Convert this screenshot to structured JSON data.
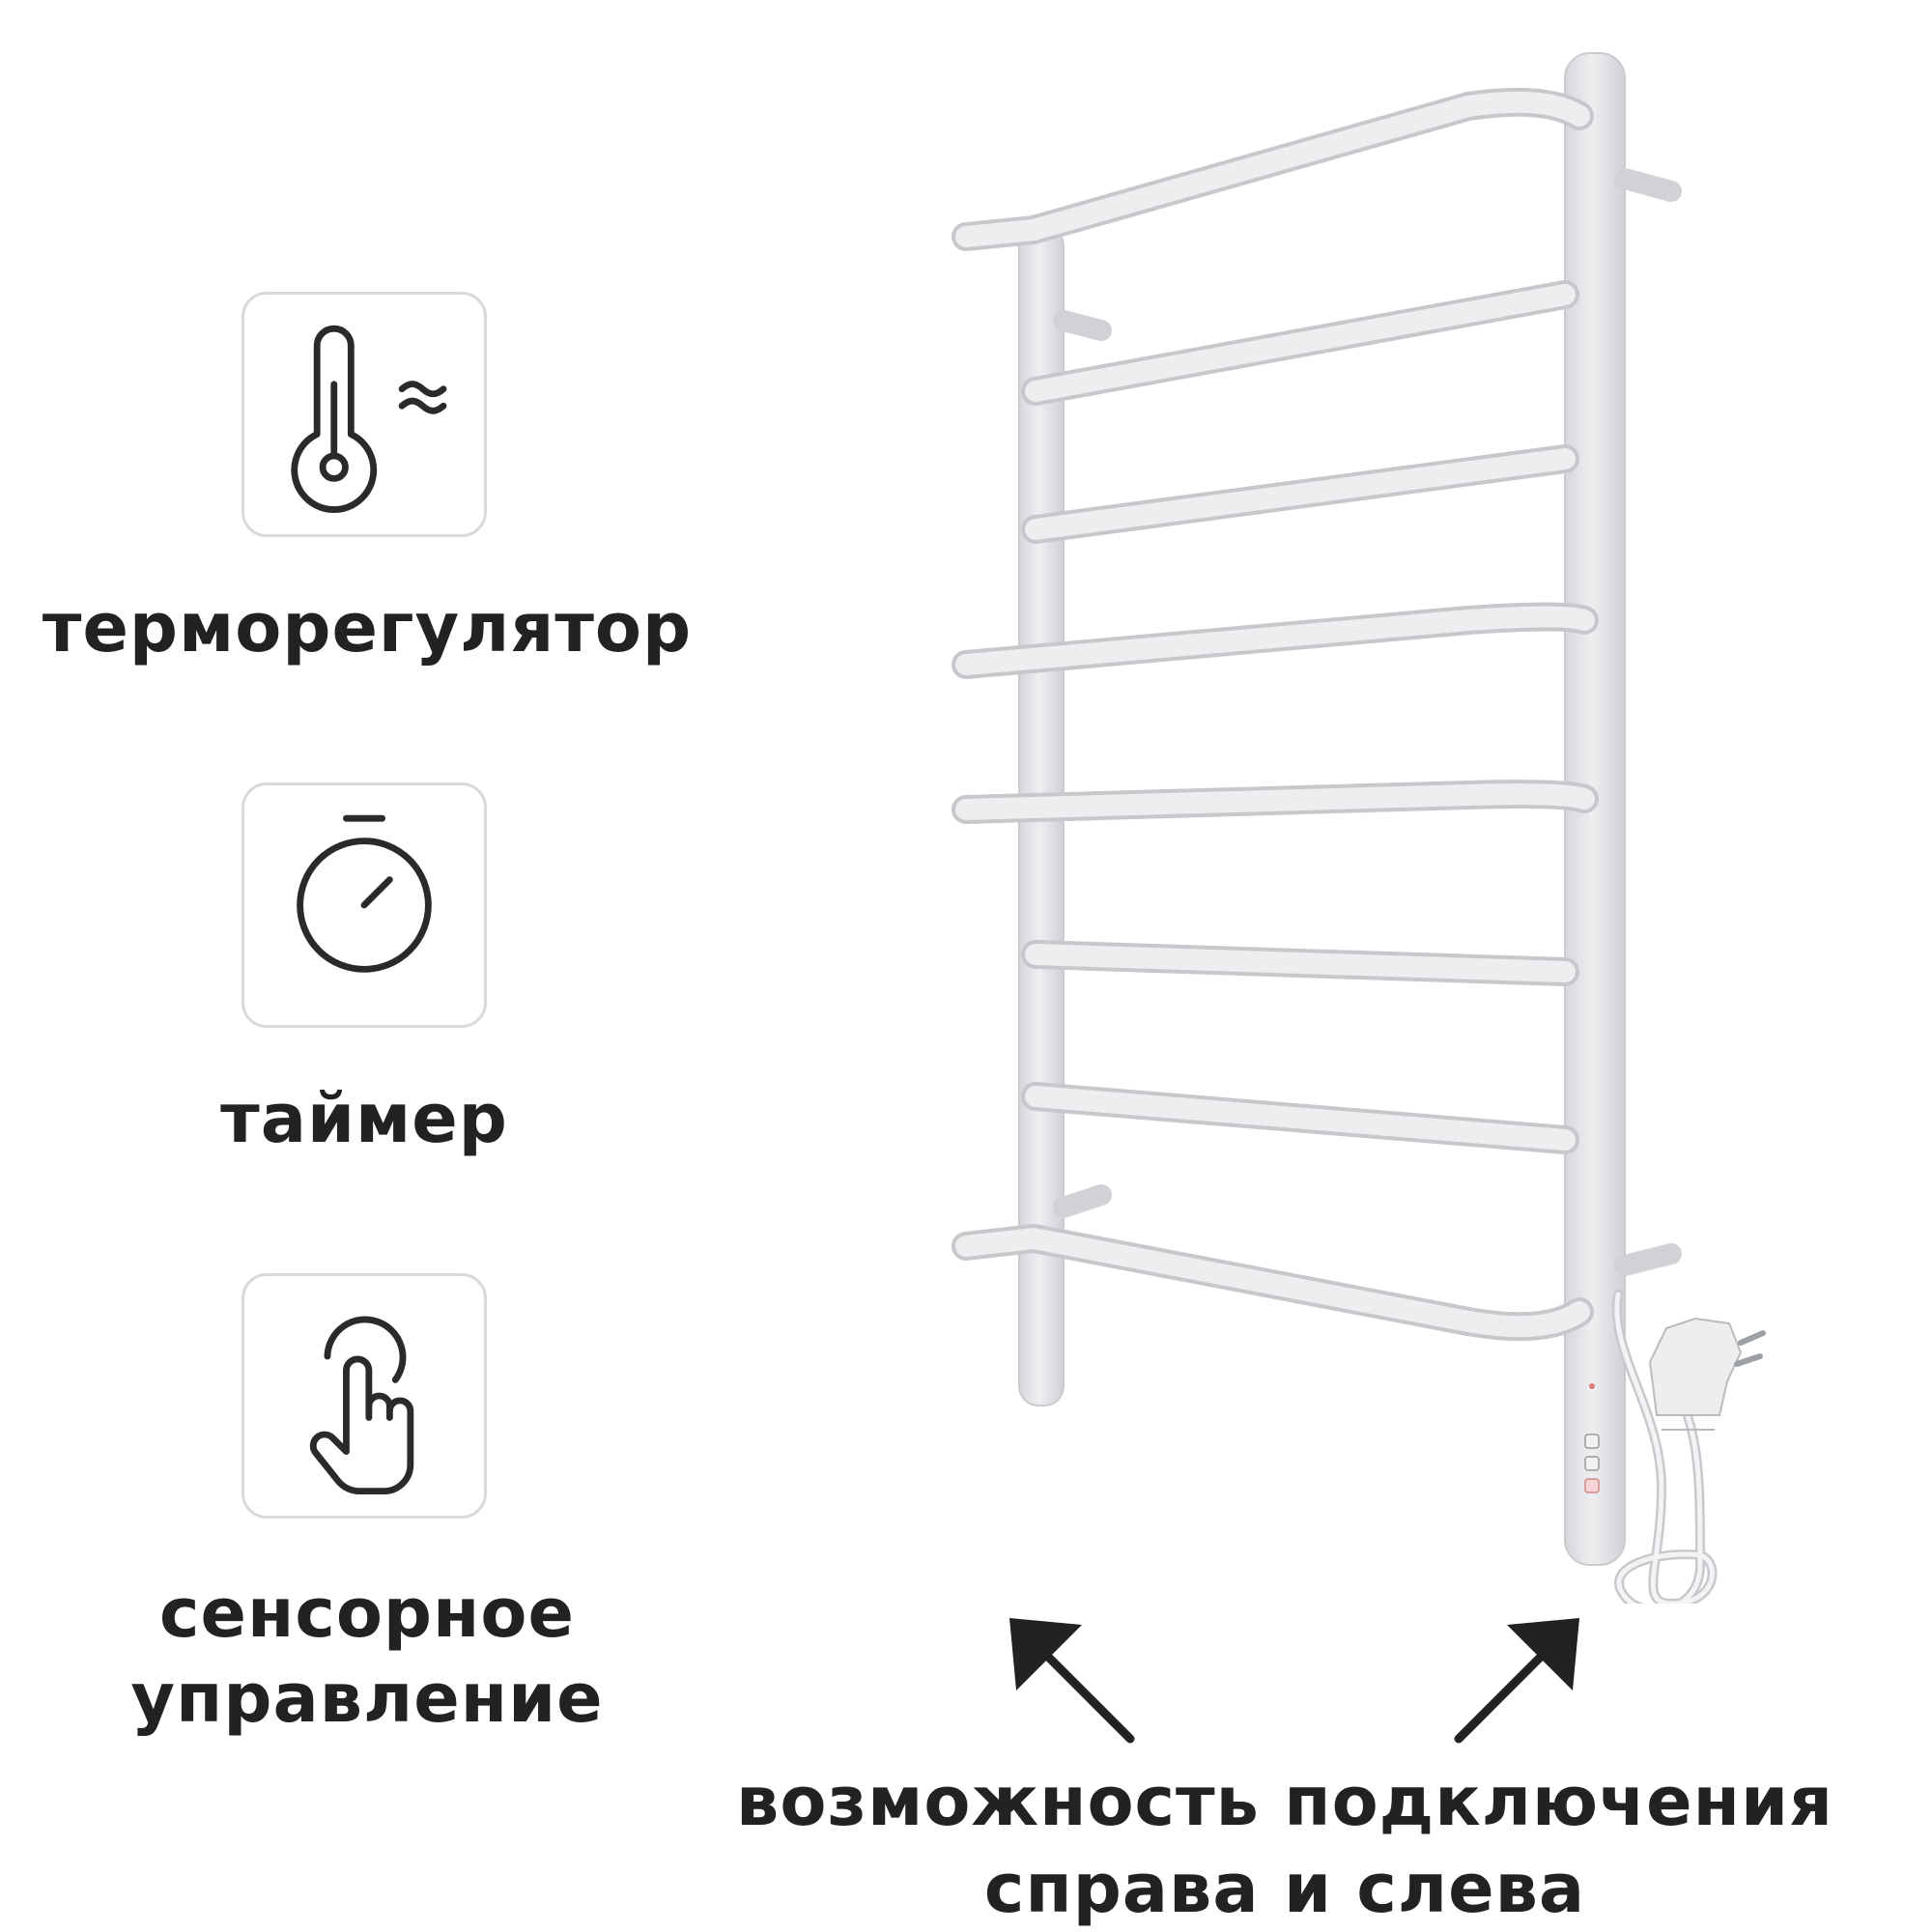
{
  "colors": {
    "text": "#222222",
    "card_border": "#d9d9d9",
    "icon_stroke": "#2a2a2a",
    "rail": "#e4e5e7",
    "rail_shadow": "#c9cbce"
  },
  "features": [
    {
      "icon": "thermometer-icon",
      "label": "терморегулятор"
    },
    {
      "icon": "stopwatch-icon",
      "label": "таймер"
    },
    {
      "icon": "touch-hand-icon",
      "label_line1": "сенсорное",
      "label_line2": "управление"
    }
  ],
  "caption": {
    "line1": "возможность подключения",
    "line2": "справа и слева"
  }
}
